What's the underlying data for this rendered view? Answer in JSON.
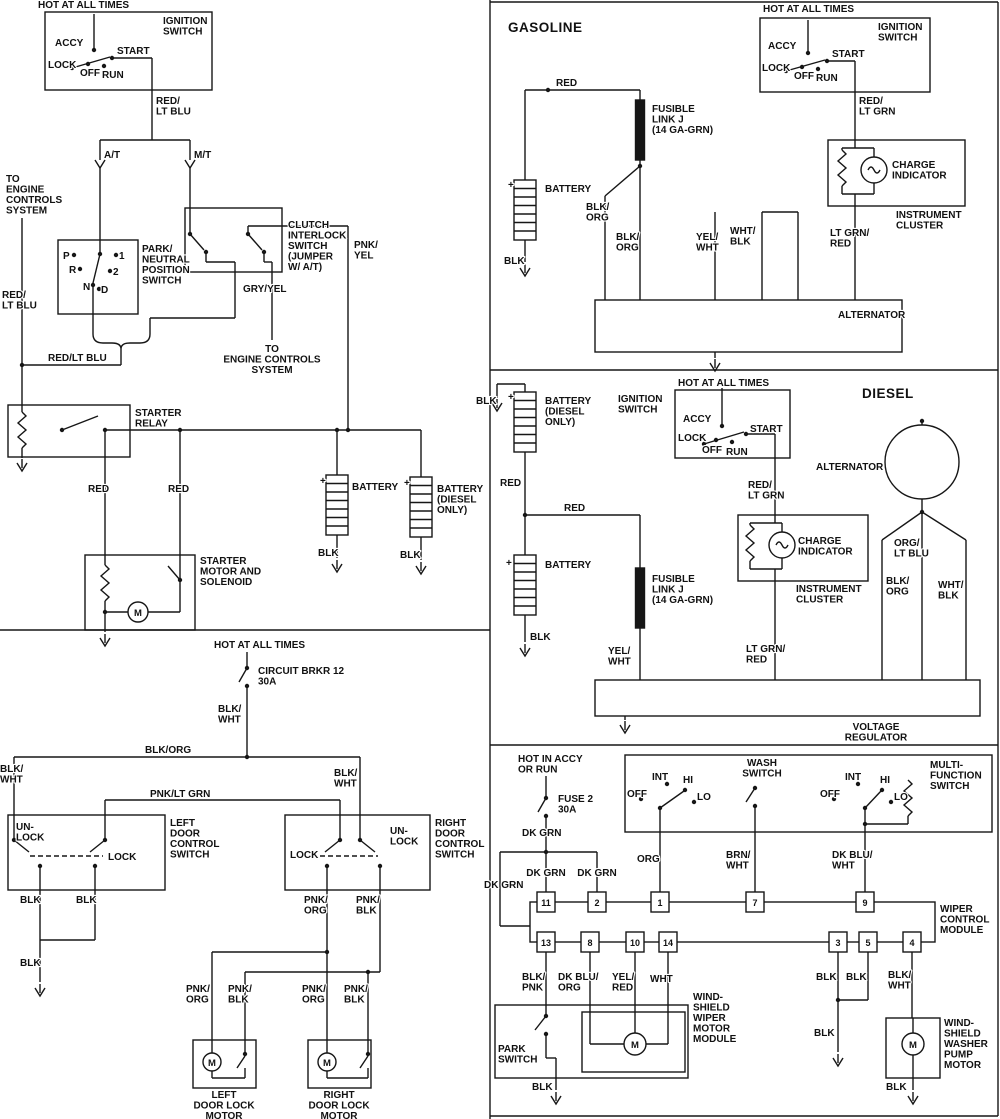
{
  "common": {
    "hot_at_all_times": "HOT AT ALL TIMES",
    "ignition_switch": "IGNITION\nSWITCH",
    "accy": "ACCY",
    "lock": "LOCK",
    "off": "OFF",
    "run": "RUN",
    "start": "START",
    "battery": "BATTERY",
    "battery_diesel_only": "BATTERY\n(DIESEL\nONLY)",
    "blk": "BLK",
    "red": "RED",
    "blk_wht": "BLK/\nWHT",
    "blk_org": "BLK/\nORG",
    "red_lt_blu": "RED/\nLT BLU",
    "red_lt_grn": "RED/\nLT GRN",
    "lt_grn_red": "LT GRN/\nRED",
    "yel_wht": "YEL/\nWHT",
    "wht_blk": "WHT/\nBLK",
    "pnk_org": "PNK/\nORG",
    "pnk_blk": "PNK/\nBLK",
    "fusible_link": "FUSIBLE\nLINK J\n(14 GA-GRN)",
    "charge_indicator": "CHARGE\nINDICATOR",
    "instrument_cluster": "INSTRUMENT\nCLUSTER",
    "alternator": "ALTERNATOR",
    "dk_grn": "DK GRN",
    "int": "INT",
    "hi": "HI",
    "lo": "LO",
    "motor": "M",
    "plus": "+"
  },
  "starter": {
    "at": "A/T",
    "mt": "M/T",
    "red_lt_blu_inline": "RED/LT BLU",
    "to_engine_4": "TO\nENGINE\nCONTROLS\nSYSTEM",
    "to_engine_3": "TO\nENGINE CONTROLS\nSYSTEM",
    "pnp_label": "PARK/\nNEUTRAL\nPOSITION\nSWITCH",
    "p": "P",
    "r": "R",
    "n": "N",
    "d": "D",
    "pos1": "1",
    "pos2": "2",
    "clutch_label": "CLUTCH\nINTERLOCK\nSWITCH\n(JUMPER\nW/ A/T)",
    "pnk_yel": "PNK/\nYEL",
    "gry_yel": "GRY/YEL",
    "relay_label": "STARTER\nRELAY",
    "solenoid_label": "STARTER\nMOTOR AND\nSOLENOID"
  },
  "doorlock": {
    "breaker": "CIRCUIT BRKR 12\n30A",
    "blk_org_inline": "BLK/ORG",
    "pnk_lt_grn": "PNK/LT GRN",
    "unlock": "UN-\nLOCK",
    "lock": "LOCK",
    "left_switch": "LEFT\nDOOR\nCONTROL\nSWITCH",
    "right_switch": "RIGHT\nDOOR\nCONTROL\nSWITCH",
    "left_motor": "LEFT\nDOOR LOCK\nMOTOR",
    "right_motor": "RIGHT\nDOOR LOCK\nMOTOR"
  },
  "gasoline": {
    "title": "GASOLINE"
  },
  "diesel": {
    "title": "DIESEL",
    "org_lt_blu": "ORG/\nLT BLU",
    "voltage_regulator": "VOLTAGE\nREGULATOR"
  },
  "wiper": {
    "hot_in_accy": "HOT IN ACCY\nOR RUN",
    "fuse": "FUSE 2\n30A",
    "wash_switch": "WASH\nSWITCH",
    "multi_function": "MULTI-\nFUNCTION\nSWITCH",
    "org": "ORG",
    "brn_wht": "BRN/\nWHT",
    "dk_blu_wht": "DK BLU/\nWHT",
    "module": "WIPER\nCONTROL\nMODULE",
    "pins_top": [
      "11",
      "2",
      "1",
      "7",
      "9"
    ],
    "pins_bottom": [
      "13",
      "8",
      "10",
      "14",
      "3",
      "5",
      "4"
    ],
    "blk_pnk": "BLK/\nPNK",
    "dk_blu_org": "DK BLU/\nORG",
    "yel_red": "YEL/\nRED",
    "wht": "WHT",
    "park_switch": "PARK\nSWITCH",
    "wiper_motor_module": "WIND-\nSHIELD\nWIPER\nMOTOR\nMODULE",
    "washer_pump_motor": "WIND-\nSHIELD\nWASHER\nPUMP\nMOTOR"
  }
}
